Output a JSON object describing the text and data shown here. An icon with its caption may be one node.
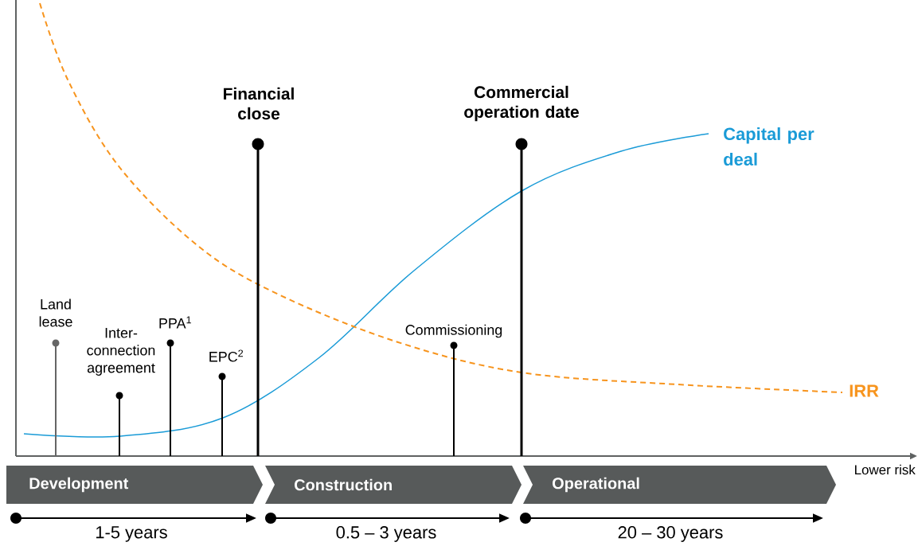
{
  "diagram": {
    "nodes": [
      {
        "text": [
          "Development"
        ],
        "beside": [
          "1-5 years"
        ]
      },
      {
        "text": [
          "Construction"
        ],
        "beside": [
          "0.5 – 3 years"
        ]
      },
      {
        "text": [
          "Operational"
        ],
        "beside": [
          "20 – 30 years"
        ]
      },
      {
        "text": [
          "Land lease"
        ]
      },
      {
        "text": [
          "Inter-connection agreement"
        ]
      },
      {
        "text": [
          "PPA$^{1}$"
        ]
      },
      {
        "text": [
          "EPC$^{2}$"
        ]
      },
      {
        "text": [
          "Financial close"
        ]
      },
      {
        "text": [
          "Commissioning"
        ]
      },
      {
        "text": [
          "Commercial operation date"
        ]
      }
    ],
    "labels": [
      "Capital per deal",
      "IRR",
      "Lower risk"
    ]
  }
}
